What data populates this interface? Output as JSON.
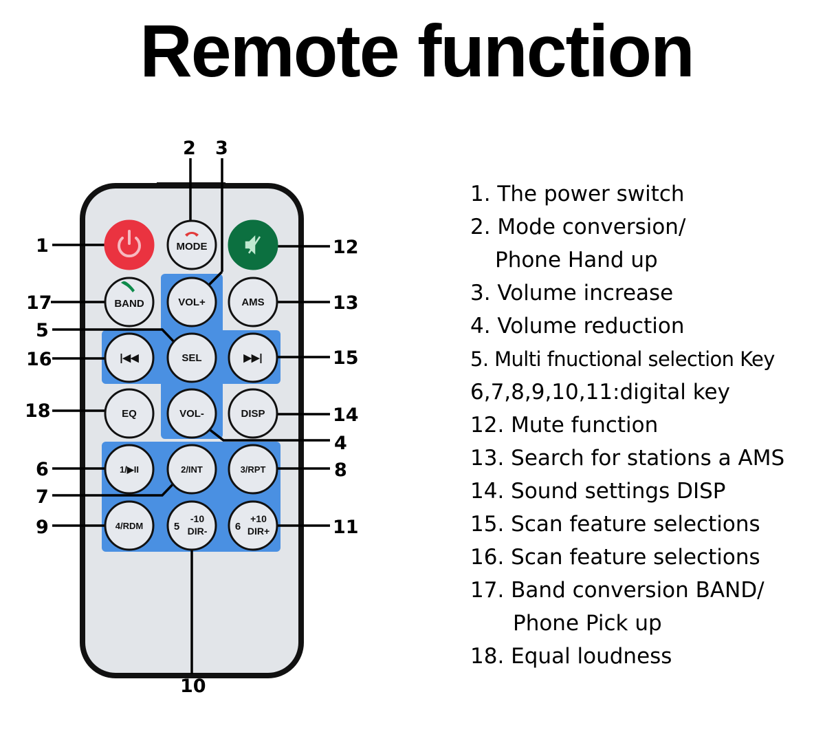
{
  "title": "Remote function",
  "colors": {
    "remote_body": "#e2e5e9",
    "remote_border": "#111111",
    "blue_panel": "#4a90e2",
    "power_button": "#ea3340",
    "mute_button": "#0c7040",
    "button_face": "#e6e9ee"
  },
  "remote": {
    "buttons": [
      {
        "id": "power",
        "label": "",
        "icon": "power-icon",
        "callout": "1"
      },
      {
        "id": "mode",
        "label": "MODE",
        "icon": "phone-hangup-icon",
        "callout": "2"
      },
      {
        "id": "mute",
        "label": "",
        "icon": "mute-icon",
        "callout": "12"
      },
      {
        "id": "band",
        "label": "BAND",
        "icon": "phone-pickup-icon",
        "callout": "17"
      },
      {
        "id": "vol-plus",
        "label": "VOL+",
        "callout": "3"
      },
      {
        "id": "ams",
        "label": "AMS",
        "callout": "13"
      },
      {
        "id": "prev",
        "label": "|◀◀",
        "icon": "skip-previous-icon",
        "callout": "16"
      },
      {
        "id": "sel",
        "label": "SEL",
        "callout": "5"
      },
      {
        "id": "next",
        "label": "▶▶|",
        "icon": "skip-next-icon",
        "callout": "15"
      },
      {
        "id": "eq",
        "label": "EQ",
        "callout": "18"
      },
      {
        "id": "vol-minus",
        "label": "VOL-",
        "callout": "4"
      },
      {
        "id": "disp",
        "label": "DISP",
        "callout": "14"
      },
      {
        "id": "key1",
        "label": "1/▶II",
        "callout": "6"
      },
      {
        "id": "key2",
        "label": "2/INT",
        "callout": "7"
      },
      {
        "id": "key3",
        "label": "3/RPT",
        "callout": "8"
      },
      {
        "id": "key4",
        "label": "4/RDM",
        "callout": "9"
      },
      {
        "id": "key5",
        "label": "5",
        "sub_top": "-10",
        "sub_bottom": "DIR-",
        "callout": "10"
      },
      {
        "id": "key6",
        "label": "6",
        "sub_top": "+10",
        "sub_bottom": "DIR+",
        "callout": "11"
      }
    ]
  },
  "legend": [
    "1. The power switch",
    "2. Mode conversion/",
    "Phone Hand up",
    "3. Volume increase",
    "4. Volume reduction",
    "5. Multi fnuctional selection Key",
    "6,7,8,9,10,11:digital key",
    "12. Mute function",
    "13. Search for stations a AMS",
    "14. Sound settings DISP",
    "15. Scan feature selections",
    "16. Scan feature selections",
    "17. Band conversion BAND/",
    "Phone Pick up",
    "18. Equal loudness"
  ]
}
